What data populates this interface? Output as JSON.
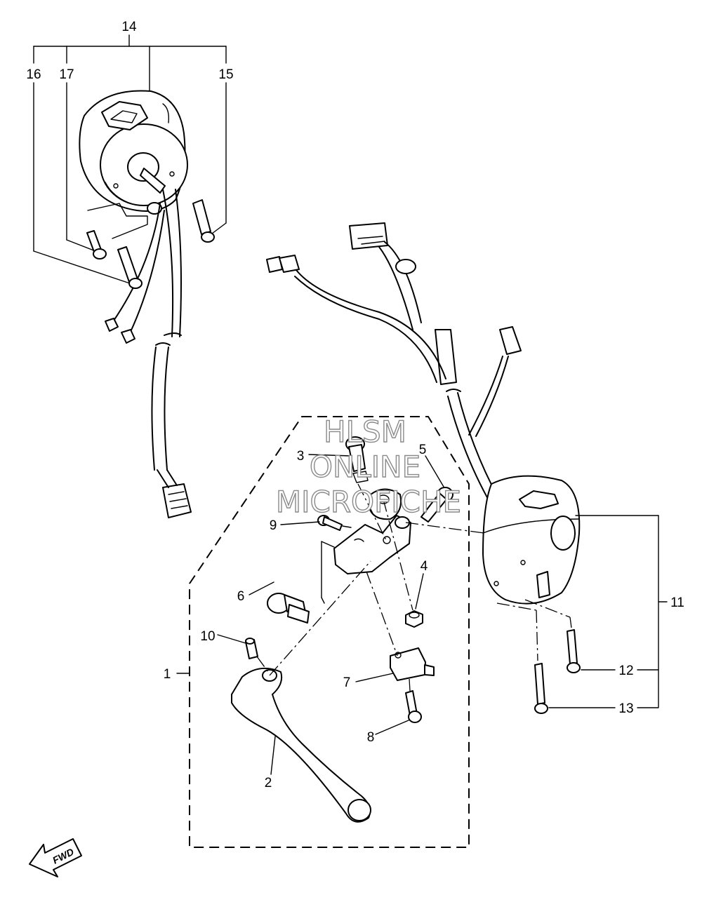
{
  "watermark": {
    "line1": "HLSM",
    "line2": "ONLINE",
    "line3": "MICROFICHE"
  },
  "direction_arrow": {
    "label": "FWD"
  },
  "callouts": [
    {
      "id": "1",
      "label": "1"
    },
    {
      "id": "2",
      "label": "2"
    },
    {
      "id": "3",
      "label": "3"
    },
    {
      "id": "4",
      "label": "4"
    },
    {
      "id": "5",
      "label": "5"
    },
    {
      "id": "6",
      "label": "6"
    },
    {
      "id": "7",
      "label": "7"
    },
    {
      "id": "8",
      "label": "8"
    },
    {
      "id": "9",
      "label": "9"
    },
    {
      "id": "10",
      "label": "10"
    },
    {
      "id": "11",
      "label": "11"
    },
    {
      "id": "12",
      "label": "12"
    },
    {
      "id": "13",
      "label": "13"
    },
    {
      "id": "14",
      "label": "14"
    },
    {
      "id": "15",
      "label": "15"
    },
    {
      "id": "16",
      "label": "16"
    },
    {
      "id": "17",
      "label": "17"
    }
  ]
}
